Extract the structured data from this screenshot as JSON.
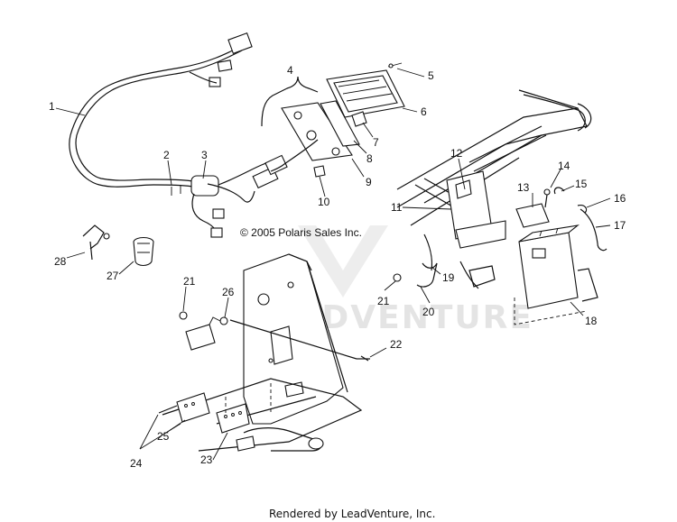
{
  "copyright": "© 2005 Polaris Sales Inc.",
  "footer": "Rendered by LeadVenture, Inc.",
  "watermark": "LEADVENTURE",
  "callouts": [
    "1",
    "2",
    "3",
    "4",
    "5",
    "6",
    "7",
    "8",
    "9",
    "10",
    "11",
    "12",
    "13",
    "14",
    "15",
    "16",
    "17",
    "18",
    "19",
    "20",
    "21",
    "21",
    "22",
    "23",
    "24",
    "25",
    "26",
    "27",
    "28"
  ]
}
